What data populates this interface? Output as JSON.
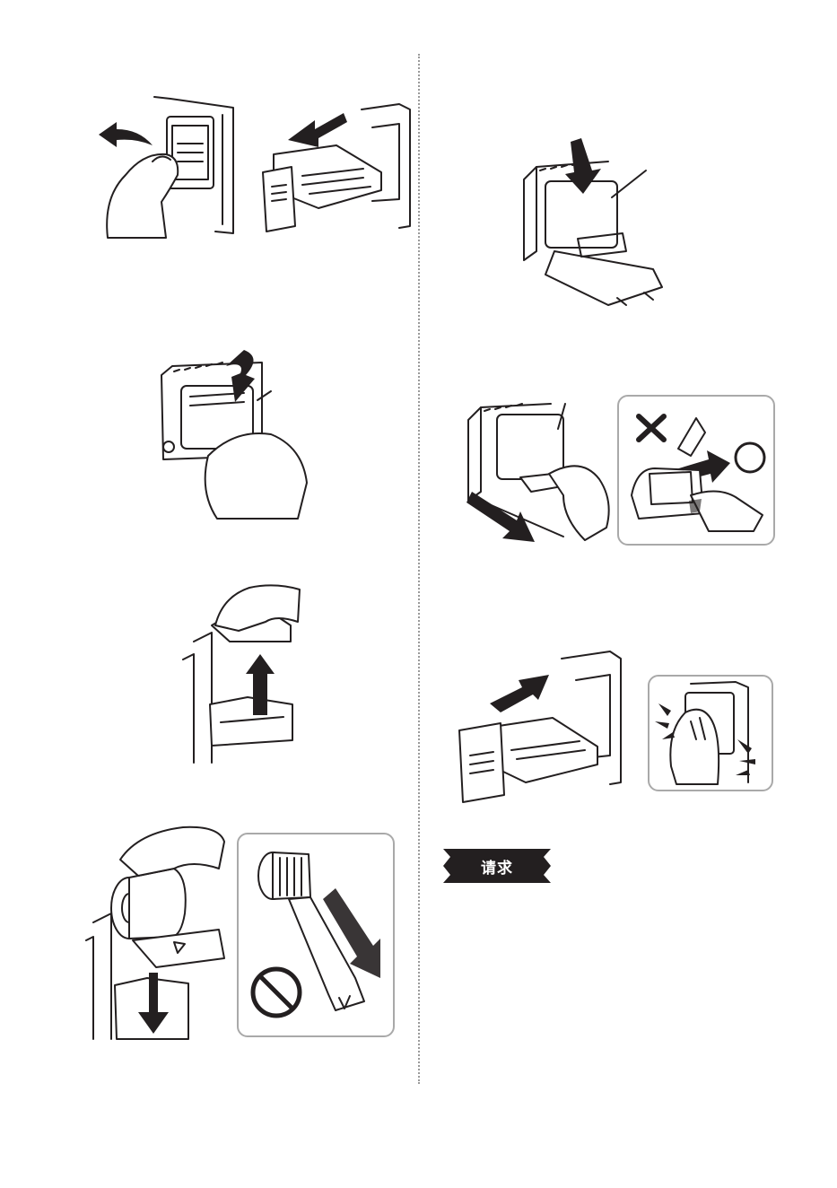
{
  "request_badge": {
    "label": "请求",
    "color": "#231f20"
  },
  "illustrations": [
    {
      "icon": "open-cover-hand-icon"
    },
    {
      "icon": "pull-out-unit-icon"
    },
    {
      "icon": "lift-ribbon-cover-icon"
    },
    {
      "icon": "remove-spool-icon"
    },
    {
      "icon": "insert-ribbon-roll-icon"
    },
    {
      "icon": "close-ribbon-cover-icon"
    },
    {
      "icon": "pull-ribbon-tab-icon"
    },
    {
      "icon": "push-in-unit-icon"
    }
  ],
  "insets": [
    {
      "icon": "wrong-direction-icon",
      "marks": [
        "x-mark",
        "circle-mark"
      ]
    },
    {
      "icon": "press-cover-icon"
    },
    {
      "icon": "prohibited-unroll-icon"
    }
  ]
}
